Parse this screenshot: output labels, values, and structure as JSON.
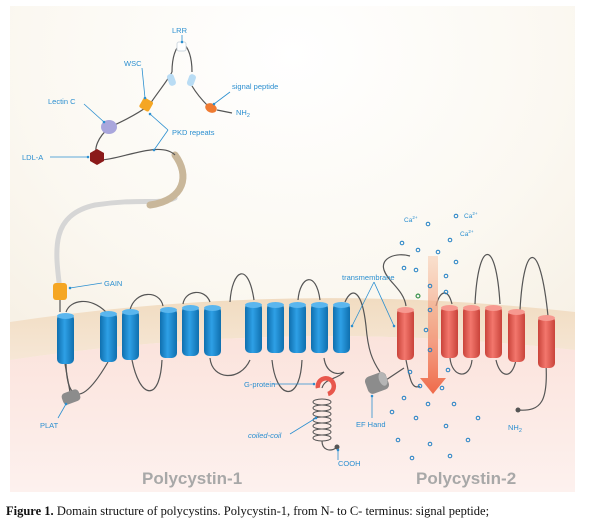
{
  "labels": {
    "lrr": "LRR",
    "wsc": "WSC",
    "signal_peptide": "signal peptide",
    "nh2_top": "NH",
    "nh2_top_sub": "2",
    "lectin_c": "Lectin C",
    "pkd_repeats": "PKD repeats",
    "ldl_a": "LDL-A",
    "gain": "GAIN",
    "plat": "PLAT",
    "g_protein": "G-protein",
    "coiled_coil": "coiled-coil",
    "ef_hand": "EF Hand",
    "cooh": "COOH",
    "transmembrane": "transmembrane",
    "nh2_pc2": "NH",
    "nh2_pc2_sub": "2",
    "ca_1": "Ca",
    "ca_2": "Ca",
    "ca_3": "Ca",
    "ca_sup": "2+"
  },
  "titles": {
    "polycystin1": "Polycystin-1",
    "polycystin2": "Polycystin-2"
  },
  "caption": {
    "figure": "Figure 1.",
    "text": " Domain structure of polycystins. Polycystin-1, from N- to C- terminus: signal peptide;"
  },
  "colors": {
    "pc1_helix": "#1a8fd6",
    "pc2_helix": "#ea5a4f",
    "membrane": "#f3e3cf",
    "cytoplasm": "#fbe6e1",
    "label": "#2b8fd0",
    "gain": "#f5a623",
    "ldl_a": "#8b1a1a",
    "lectin": "#a9a6dc",
    "pkd_repeats": "#c9b79a"
  }
}
